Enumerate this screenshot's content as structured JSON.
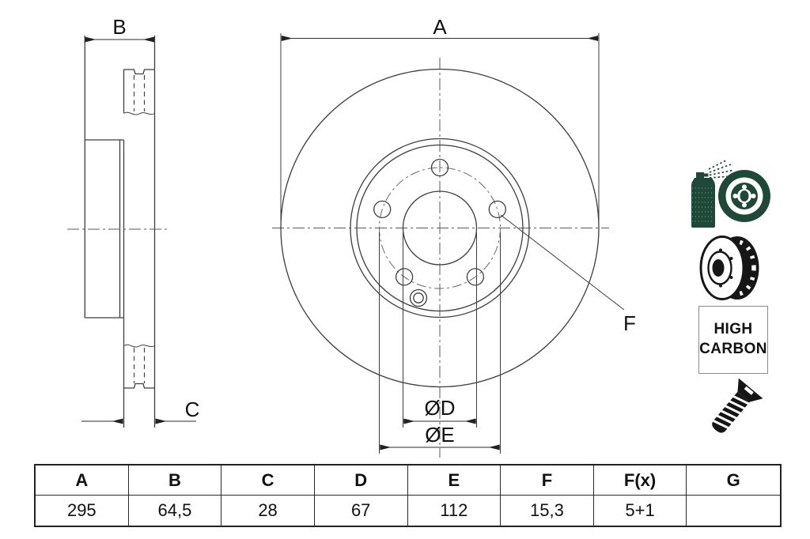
{
  "drawing": {
    "front_view": {
      "label_a": "A",
      "label_d": "ØD",
      "label_e": "ØE",
      "label_f": "F"
    },
    "side_view": {
      "label_b": "B",
      "label_c": "C"
    }
  },
  "side_panel": {
    "high_carbon": {
      "line1": "HIGH",
      "line2": "CARBON"
    },
    "icons": [
      "spray-coated-disc-icon",
      "vented-disc-icon",
      "high-carbon-badge",
      "countersunk-screw-icon"
    ]
  },
  "table": {
    "headers": [
      "A",
      "B",
      "C",
      "D",
      "E",
      "F",
      "F(x)",
      "G"
    ],
    "values": [
      "295",
      "64,5",
      "28",
      "67",
      "112",
      "15,3",
      "5+1",
      ""
    ]
  },
  "colors": {
    "line": "#3d3d3d",
    "text": "#111111",
    "icon_green": "#1e4838",
    "icon_black": "#161616"
  }
}
